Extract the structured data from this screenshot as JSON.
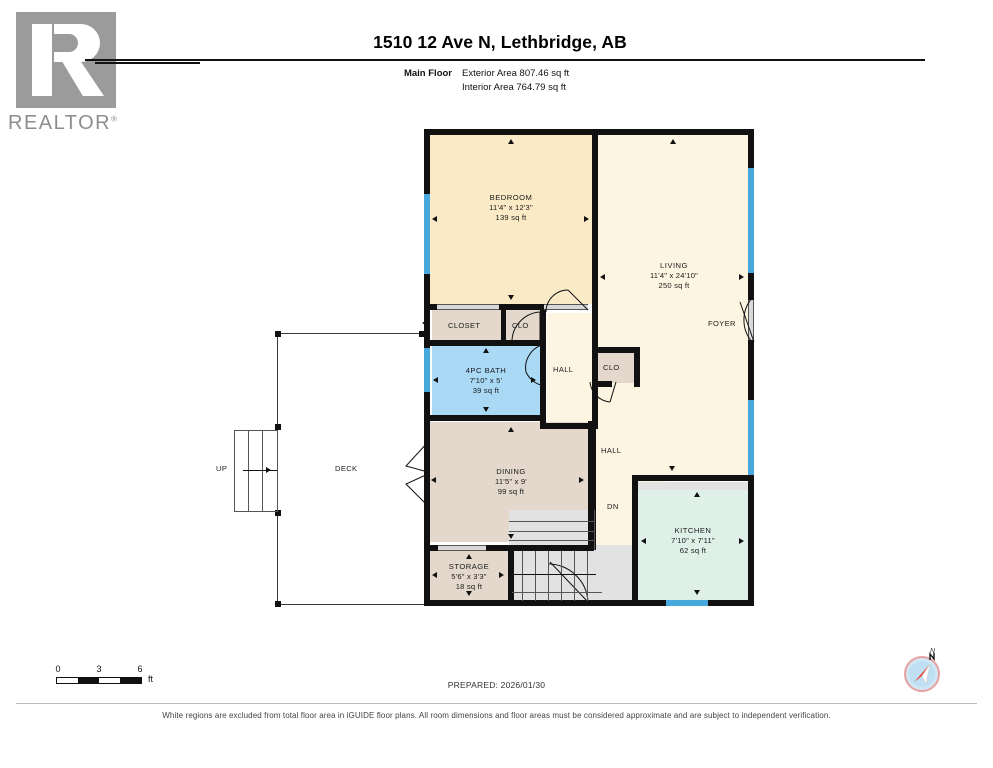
{
  "header": {
    "title": "1510 12 Ave N, Lethbridge, AB",
    "floor_label": "Main Floor",
    "exterior_area": "Exterior Area 807.46 sq ft",
    "interior_area": "Interior Area 764.79 sq ft"
  },
  "logo": {
    "wordmark": "REALTOR",
    "registered_mark": "®"
  },
  "rooms": [
    {
      "name": "BEDROOM",
      "dims": "11'4\" x 12'3\"",
      "area": "139 sq ft",
      "color": "#fbeac6"
    },
    {
      "name": "LIVING",
      "dims": "11'4\" x 24'10\"",
      "area": "250 sq ft",
      "color": "#fdf5e1"
    },
    {
      "name": "4PC BATH",
      "dims": "7'10\" x 5'",
      "area": "39 sq ft",
      "color": "#a9d9f5"
    },
    {
      "name": "DINING",
      "dims": "11'5\" x 9'",
      "area": "99 sq ft",
      "color": "#e3d8cb"
    },
    {
      "name": "KITCHEN",
      "dims": "7'10\" x 7'11\"",
      "area": "62 sq ft",
      "color": "#dff0e8"
    },
    {
      "name": "STORAGE",
      "dims": "5'6\" x 3'3\"",
      "area": "18 sq ft",
      "color": "#e3d8cb"
    }
  ],
  "unlabeled_spaces": [
    {
      "name": "CLOSET"
    },
    {
      "name": "CLO"
    },
    {
      "name": "HALL"
    },
    {
      "name": "CLO"
    },
    {
      "name": "HALL"
    },
    {
      "name": "FOYER"
    },
    {
      "name": "DECK"
    }
  ],
  "markers": {
    "up": "UP",
    "dn": "DN",
    "deck": "DECK",
    "foyer": "FOYER",
    "hall_upper": "HALL",
    "hall_lower": "HALL",
    "closet": "CLOSET",
    "clo_left": "CLO",
    "clo_right": "CLO"
  },
  "scale": {
    "ticks": [
      "0",
      "3",
      "6"
    ],
    "unit": "ft"
  },
  "compass": {
    "north_label": "N"
  },
  "prepared": "PREPARED: 2026/01/30",
  "footer": {
    "disclaimer": "White regions are excluded from total floor area in iGUIDE floor plans. All room dimensions and floor areas must be considered approximate and are subject to independent verification."
  }
}
